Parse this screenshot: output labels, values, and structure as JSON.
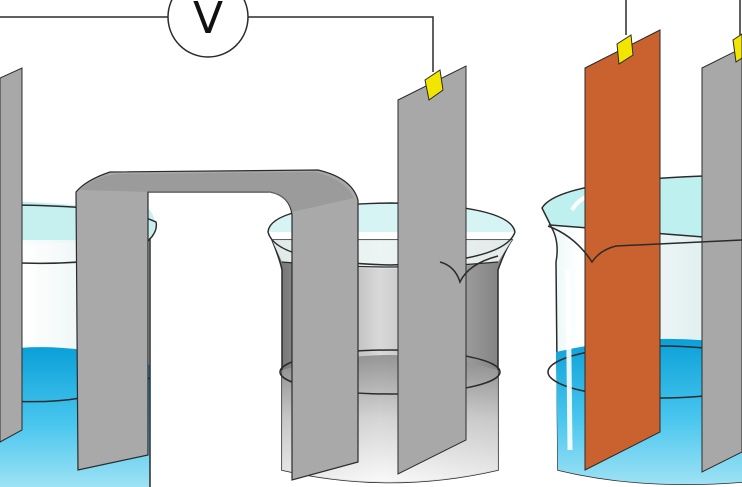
{
  "voltmeter": {
    "symbol": "V"
  },
  "colors": {
    "wire": "#2b2b2b",
    "electrode_gray": "#a8a8a8",
    "electrode_copper": "#c9622f",
    "clip": "#f2e600",
    "solution_blue": "#2aa9d6",
    "solution_blue_light": "#bfeff0",
    "metal_solution": "#9a9a9a"
  },
  "cells": [
    {
      "id": "left-cell",
      "solution": "blue",
      "electrodes": [
        "gray"
      ]
    },
    {
      "id": "middle-cell",
      "solution": "gray",
      "electrodes": [
        "gray"
      ]
    },
    {
      "id": "right-cell",
      "solution": "blue",
      "electrodes": [
        "copper",
        "gray"
      ]
    }
  ],
  "salt_bridge": {
    "shape": "inverted-U"
  }
}
